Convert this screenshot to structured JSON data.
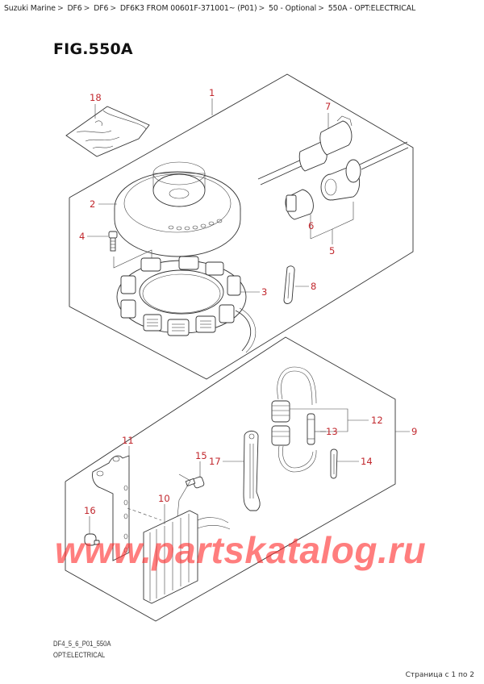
{
  "breadcrumb": {
    "items": [
      "Suzuki Marine",
      "DF6",
      "DF6",
      "DF6K3 FROM 00601F-371001~ (P01)",
      "50 - Optional",
      "550A - OPT:ELECTRICAL"
    ],
    "separator": ">"
  },
  "figure": {
    "title": "FIG.550A",
    "code": "DF4_5_6_P01_550A",
    "subtitle": "OPT:ELECTRICAL"
  },
  "callouts": {
    "c1": "1",
    "c2": "2",
    "c3": "3",
    "c4": "4",
    "c5": "5",
    "c6": "6",
    "c7": "7",
    "c8": "8",
    "c9": "9",
    "c10": "10",
    "c11": "11",
    "c12": "12",
    "c13": "13",
    "c14": "14",
    "c15": "15",
    "c16": "16",
    "c17": "17",
    "c18": "18"
  },
  "parts": [
    {
      "ref": "1",
      "name": "flywheel/stator kit (group)"
    },
    {
      "ref": "2",
      "name": "flywheel"
    },
    {
      "ref": "3",
      "name": "stator coil"
    },
    {
      "ref": "4",
      "name": "bolt"
    },
    {
      "ref": "5",
      "name": "connector set"
    },
    {
      "ref": "6",
      "name": "connector"
    },
    {
      "ref": "7",
      "name": "connector"
    },
    {
      "ref": "8",
      "name": "clamp"
    },
    {
      "ref": "9",
      "name": "regulator kit (group)"
    },
    {
      "ref": "10",
      "name": "regulator/rectifier"
    },
    {
      "ref": "11",
      "name": "bracket"
    },
    {
      "ref": "12",
      "name": "fuse holder"
    },
    {
      "ref": "13",
      "name": "fuse"
    },
    {
      "ref": "14",
      "name": "clamp"
    },
    {
      "ref": "15",
      "name": "bolt"
    },
    {
      "ref": "16",
      "name": "grommet"
    },
    {
      "ref": "17",
      "name": "clamp"
    },
    {
      "ref": "18",
      "name": "instruction sheet"
    }
  ],
  "watermark": "www.partskatalog.ru",
  "pager": "Страница с 1 по 2",
  "colors": {
    "callout": "#c1272d",
    "watermark": "#ff5a5a",
    "line": "#333333"
  }
}
